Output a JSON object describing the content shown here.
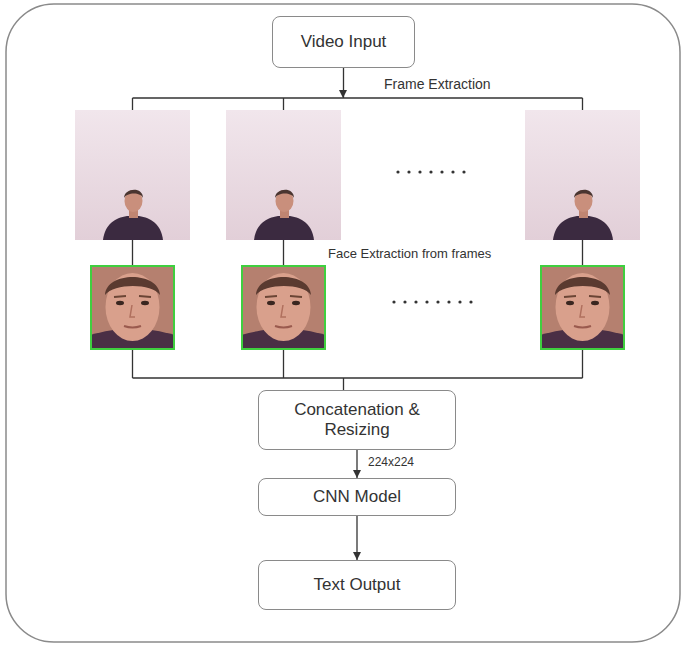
{
  "diagram": {
    "nodes": [
      {
        "text": [
          "Video Input"
        ]
      },
      {
        "text": [
          "Concatenation & Resizing"
        ]
      },
      {
        "text": [
          "CNN Model"
        ]
      },
      {
        "text": [
          "Text Output"
        ]
      }
    ],
    "edges": [
      {
        "from": 0,
        "to": 1,
        "arrow": "none",
        "label": "Frame Extraction"
      },
      {
        "from": 1,
        "to": 2,
        "arrow": "to",
        "label": "224x224"
      },
      {
        "from": 2,
        "to": 3,
        "arrow": "to"
      }
    ],
    "labels": [
      "Face Extraction from frames"
    ]
  }
}
